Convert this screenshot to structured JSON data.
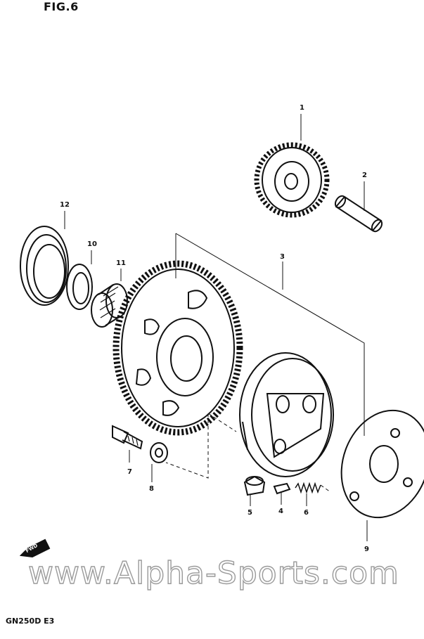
{
  "figure": {
    "title": "FIG.6",
    "footer_code": "GN250D E3"
  },
  "callouts": [
    {
      "num": "1"
    },
    {
      "num": "2"
    },
    {
      "num": "3"
    },
    {
      "num": "4"
    },
    {
      "num": "5"
    },
    {
      "num": "6"
    },
    {
      "num": "7"
    },
    {
      "num": "8"
    },
    {
      "num": "9"
    },
    {
      "num": "10"
    },
    {
      "num": "11"
    },
    {
      "num": "12"
    }
  ],
  "direction_arrow": {
    "label": "FWD"
  },
  "watermark": {
    "text": "www.Alpha-Sports.com"
  }
}
